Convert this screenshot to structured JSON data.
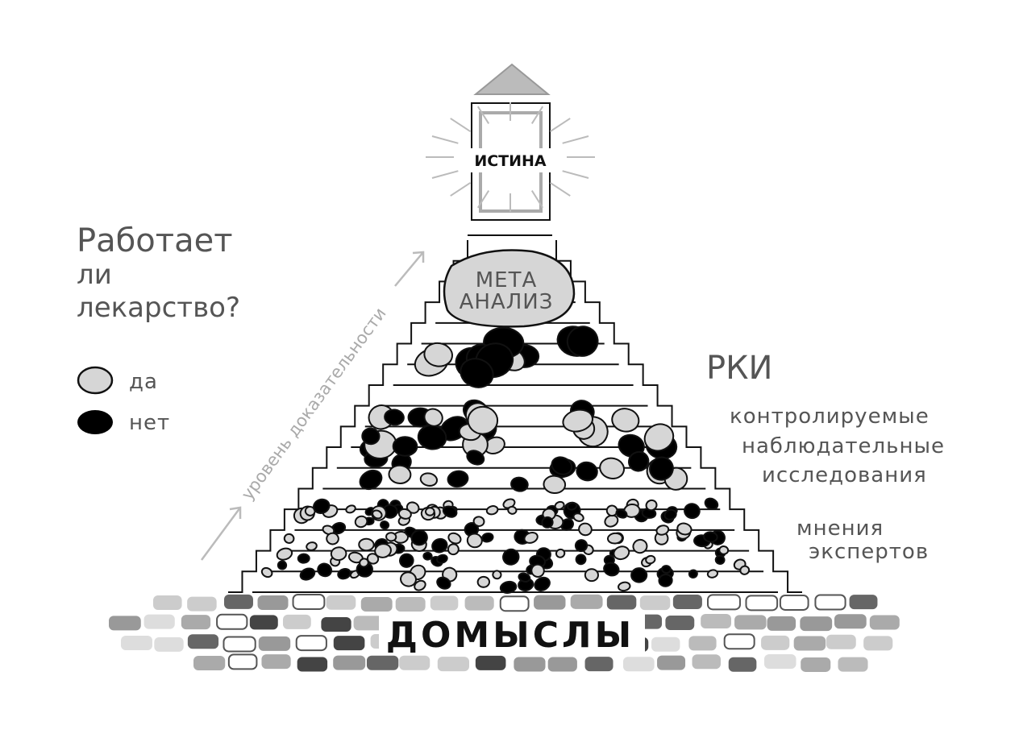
{
  "question": {
    "line1": "Работает",
    "line2": "ли",
    "line3": "лекарство?"
  },
  "legend": [
    {
      "label": "да",
      "color": "#d6d6d6"
    },
    {
      "label": "нет",
      "color": "#000000"
    }
  ],
  "axis_label": "уровень доказательности",
  "top": {
    "label": "ИСТИНА"
  },
  "meta": {
    "line1": "МЕТА",
    "line2": "АНАЛИЗ"
  },
  "levels": {
    "rct": "РКИ",
    "observational": {
      "line1": "контролируемые",
      "line2": "наблюдательные",
      "line3": "исследования"
    },
    "experts": {
      "line1": "мнения",
      "line2": "экспертов"
    }
  },
  "base": {
    "label": "ДОМЫСЛЫ"
  }
}
